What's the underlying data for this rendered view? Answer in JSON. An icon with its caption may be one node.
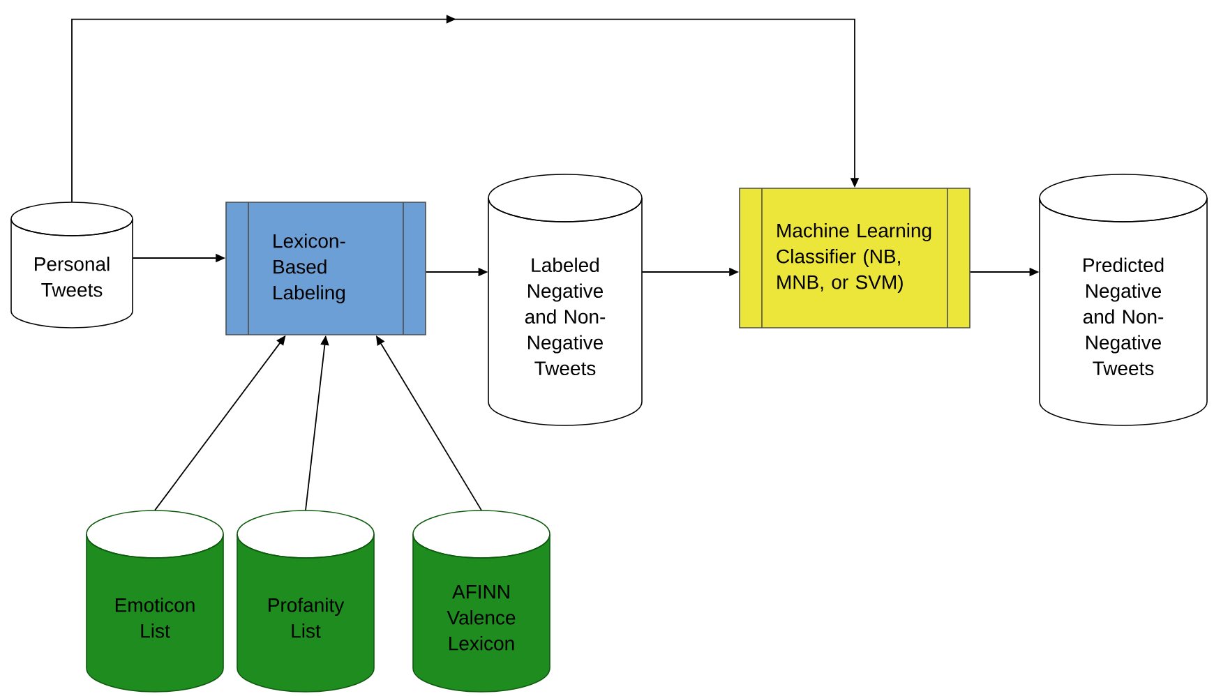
{
  "diagram": {
    "nodes": [
      {
        "text": [
          "Personal Tweets"
        ]
      },
      {
        "text": [
          "Lexicon- Based Labeling"
        ]
      },
      {
        "text": [
          "Labeled Negative and Non- Negative Tweets"
        ]
      },
      {
        "text": [
          "Machine Learning Classifier (NB, MNB, or SVM)"
        ]
      },
      {
        "text": [
          "Predicted Negative and Non- Negative Tweets"
        ]
      },
      {
        "text": [
          "Emoticon List"
        ]
      },
      {
        "text": [
          "Profanity List"
        ]
      },
      {
        "text": [
          "AFINN Valence Lexicon"
        ]
      }
    ],
    "edges": [
      {
        "from": 0,
        "to": 1,
        "arrow": "to"
      },
      {
        "from": 1,
        "to": 2,
        "arrow": "to"
      },
      {
        "from": 2,
        "to": 3,
        "arrow": "to"
      },
      {
        "from": 3,
        "to": 4,
        "arrow": "to"
      },
      {
        "from": 0,
        "to": 3,
        "arrow": "to"
      },
      {
        "from": 5,
        "to": 1,
        "arrow": "to"
      },
      {
        "from": 6,
        "to": 1,
        "arrow": "to"
      },
      {
        "from": 7,
        "to": 1,
        "arrow": "to"
      }
    ]
  }
}
